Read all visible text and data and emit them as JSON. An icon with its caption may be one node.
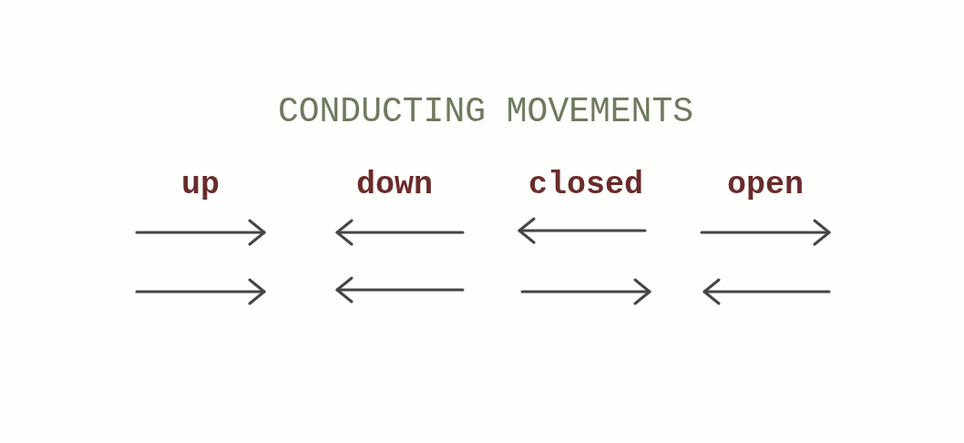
{
  "diagram": {
    "title": "CONDUCTING MOVEMENTS",
    "labels": [
      "up",
      "down",
      "closed",
      "open"
    ]
  }
}
